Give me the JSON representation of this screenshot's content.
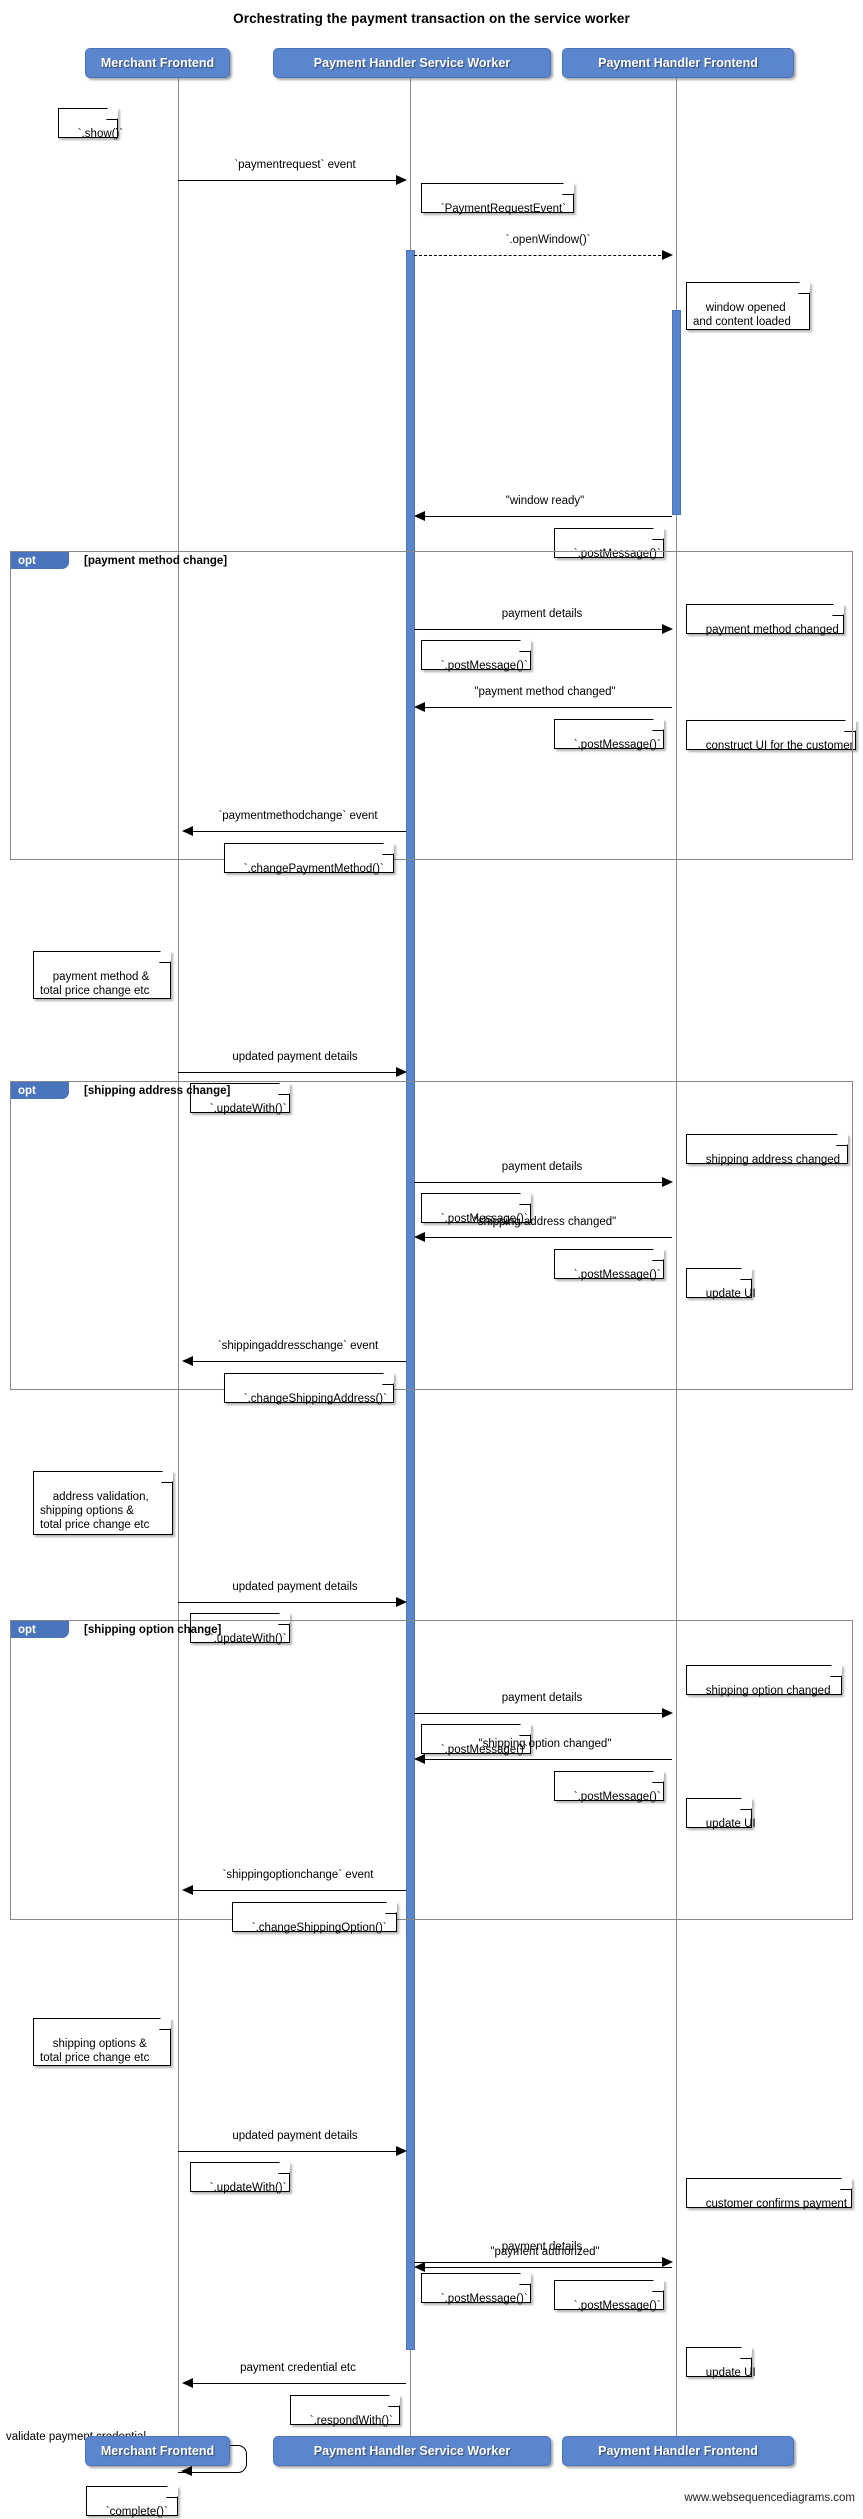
{
  "title": "Orchestrating the payment transaction on the service worker",
  "footer": "www.websequencediagrams.com",
  "colors": {
    "participant_fill": "#5b85cc",
    "participant_stroke": "#4a74bb",
    "fragment_tab": "#4a74bb",
    "lifeline": "#888888",
    "arrow": "#000000",
    "note_fill": "#ffffff"
  },
  "participants": [
    {
      "id": "merchant",
      "label": "Merchant Frontend"
    },
    {
      "id": "sw",
      "label": "Payment Handler Service Worker"
    },
    {
      "id": "frontend",
      "label": "Payment Handler Frontend"
    }
  ],
  "participants_bottom": [
    {
      "id": "merchant",
      "label": "Merchant Frontend"
    },
    {
      "id": "sw",
      "label": "Payment Handler Service Worker"
    },
    {
      "id": "frontend",
      "label": "Payment Handler Frontend"
    }
  ],
  "fragments": [
    {
      "id": "opt1",
      "keyword": "opt",
      "condition": "[payment method change]"
    },
    {
      "id": "opt2",
      "keyword": "opt",
      "condition": "[shipping address change]"
    },
    {
      "id": "opt3",
      "keyword": "opt",
      "condition": "[shipping option change]"
    }
  ],
  "messages": [
    {
      "id": "m1",
      "label": "`paymentrequest` event",
      "from": "merchant",
      "to": "sw",
      "style": "solid"
    },
    {
      "id": "m2",
      "label": "`.openWindow()`",
      "from": "sw",
      "to": "frontend",
      "style": "dashed"
    },
    {
      "id": "m3",
      "label": "\"window ready\"",
      "from": "frontend",
      "to": "sw",
      "style": "solid"
    },
    {
      "id": "m4",
      "label": "payment details",
      "from": "sw",
      "to": "frontend",
      "style": "solid"
    },
    {
      "id": "m5",
      "label": "\"payment method changed\"",
      "from": "frontend",
      "to": "sw",
      "style": "solid"
    },
    {
      "id": "m6",
      "label": "`paymentmethodchange` event",
      "from": "sw",
      "to": "merchant",
      "style": "solid"
    },
    {
      "id": "m7",
      "label": "updated payment details",
      "from": "merchant",
      "to": "sw",
      "style": "solid"
    },
    {
      "id": "m8",
      "label": "payment details",
      "from": "sw",
      "to": "frontend",
      "style": "solid"
    },
    {
      "id": "m9",
      "label": "\"shipping address changed\"",
      "from": "frontend",
      "to": "sw",
      "style": "solid"
    },
    {
      "id": "m10",
      "label": "`shippingaddresschange` event",
      "from": "sw",
      "to": "merchant",
      "style": "solid"
    },
    {
      "id": "m11",
      "label": "updated payment details",
      "from": "merchant",
      "to": "sw",
      "style": "solid"
    },
    {
      "id": "m12",
      "label": "payment details",
      "from": "sw",
      "to": "frontend",
      "style": "solid"
    },
    {
      "id": "m13",
      "label": "\"shipping option changed\"",
      "from": "frontend",
      "to": "sw",
      "style": "solid"
    },
    {
      "id": "m14",
      "label": "`shippingoptionchange` event",
      "from": "sw",
      "to": "merchant",
      "style": "solid"
    },
    {
      "id": "m15",
      "label": "updated payment details",
      "from": "merchant",
      "to": "sw",
      "style": "solid"
    },
    {
      "id": "m16",
      "label": "payment details",
      "from": "sw",
      "to": "frontend",
      "style": "solid"
    },
    {
      "id": "m17",
      "label": "\"payment authorized\"",
      "from": "frontend",
      "to": "sw",
      "style": "solid"
    },
    {
      "id": "m18",
      "label": "payment credential etc",
      "from": "sw",
      "to": "merchant",
      "style": "solid"
    },
    {
      "id": "m19",
      "label": "validate payment credential",
      "from": "merchant",
      "to": "merchant",
      "style": "self"
    }
  ],
  "notes": [
    {
      "id": "n1",
      "text": "`.show()`"
    },
    {
      "id": "n2",
      "text": "`PaymentRequestEvent`"
    },
    {
      "id": "n3",
      "text": "window opened\nand content loaded"
    },
    {
      "id": "n4",
      "text": "`.postMessage()`"
    },
    {
      "id": "n5",
      "text": "`.postMessage()`"
    },
    {
      "id": "n6",
      "text": "construct UI for the customer"
    },
    {
      "id": "n7",
      "text": "payment method changed"
    },
    {
      "id": "n8",
      "text": "`.postMessage()`"
    },
    {
      "id": "n9",
      "text": "`.changePaymentMethod()`"
    },
    {
      "id": "n10",
      "text": "payment method &\ntotal price change etc"
    },
    {
      "id": "n11",
      "text": "`.updateWith()`"
    },
    {
      "id": "n12",
      "text": "`.postMessage()`"
    },
    {
      "id": "n13",
      "text": "update UI"
    },
    {
      "id": "n14",
      "text": "shipping address changed"
    },
    {
      "id": "n15",
      "text": "`.postMessage()`"
    },
    {
      "id": "n16",
      "text": "`.changeShippingAddress()`"
    },
    {
      "id": "n17",
      "text": "address validation,\nshipping options &\ntotal price change etc"
    },
    {
      "id": "n18",
      "text": "`.updateWith()`"
    },
    {
      "id": "n19",
      "text": "`.postMessage()`"
    },
    {
      "id": "n20",
      "text": "update UI"
    },
    {
      "id": "n21",
      "text": "shipping option changed"
    },
    {
      "id": "n22",
      "text": "`.postMessage()`"
    },
    {
      "id": "n23",
      "text": "`.changeShippingOption()`"
    },
    {
      "id": "n24",
      "text": "shipping options &\ntotal price change etc"
    },
    {
      "id": "n25",
      "text": "`.updateWith()`"
    },
    {
      "id": "n26",
      "text": "`.postMessage()`"
    },
    {
      "id": "n27",
      "text": "update UI"
    },
    {
      "id": "n28",
      "text": "customer confirms payment"
    },
    {
      "id": "n29",
      "text": "`.postMessage()`"
    },
    {
      "id": "n30",
      "text": "`.respondWith()`"
    },
    {
      "id": "n31",
      "text": "`complete()`"
    }
  ]
}
